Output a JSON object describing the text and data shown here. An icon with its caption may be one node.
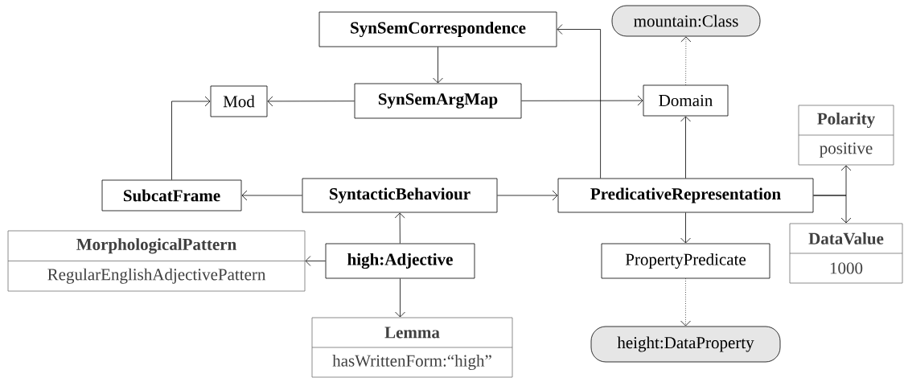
{
  "diagram": {
    "nodes": [
      {
        "text": [
          "SynSemCorrespondence"
        ]
      },
      {
        "text": [
          "Mod"
        ]
      },
      {
        "text": [
          "SynSemArgMap"
        ]
      },
      {
        "text": [
          "Domain"
        ]
      },
      {
        "text": [
          "mountain:Class"
        ]
      },
      {
        "text": [
          "Polarity",
          "positive"
        ]
      },
      {
        "text": [
          "SubcatFrame"
        ]
      },
      {
        "text": [
          "SyntacticBehaviour"
        ]
      },
      {
        "text": [
          "PredicativeRepresentation"
        ]
      },
      {
        "text": [
          "MorphologicalPattern",
          "RegularEnglishAdjectivePattern"
        ]
      },
      {
        "text": [
          "high:Adjective"
        ]
      },
      {
        "text": [
          "PropertyPredicate"
        ]
      },
      {
        "text": [
          "DataValue",
          "1000"
        ]
      },
      {
        "text": [
          "Lemma",
          "hasWrittenForm:“high”"
        ]
      },
      {
        "text": [
          "height:DataProperty"
        ]
      }
    ],
    "edges": [
      {
        "from": 0,
        "to": 2,
        "arrow": "to"
      },
      {
        "from": 2,
        "to": 1,
        "arrow": "to"
      },
      {
        "from": 6,
        "to": 1,
        "arrow": "to"
      },
      {
        "from": 2,
        "to": 3,
        "arrow": "to"
      },
      {
        "from": 8,
        "to": 0,
        "arrow": "to"
      },
      {
        "from": 8,
        "to": 3,
        "arrow": "to"
      },
      {
        "from": 3,
        "to": 4,
        "arrow": "to",
        "style": "dashed"
      },
      {
        "from": 7,
        "to": 6,
        "arrow": "to"
      },
      {
        "from": 7,
        "to": 8,
        "arrow": "to"
      },
      {
        "from": 10,
        "to": 7,
        "arrow": "to"
      },
      {
        "from": 10,
        "to": 9,
        "arrow": "to"
      },
      {
        "from": 10,
        "to": 13,
        "arrow": "to"
      },
      {
        "from": 8,
        "to": 11,
        "arrow": "to"
      },
      {
        "from": 11,
        "to": 14,
        "arrow": "to",
        "style": "dashed"
      },
      {
        "from": 8,
        "to": 5,
        "arrow": "to"
      },
      {
        "from": 8,
        "to": 12,
        "arrow": "to"
      }
    ]
  }
}
